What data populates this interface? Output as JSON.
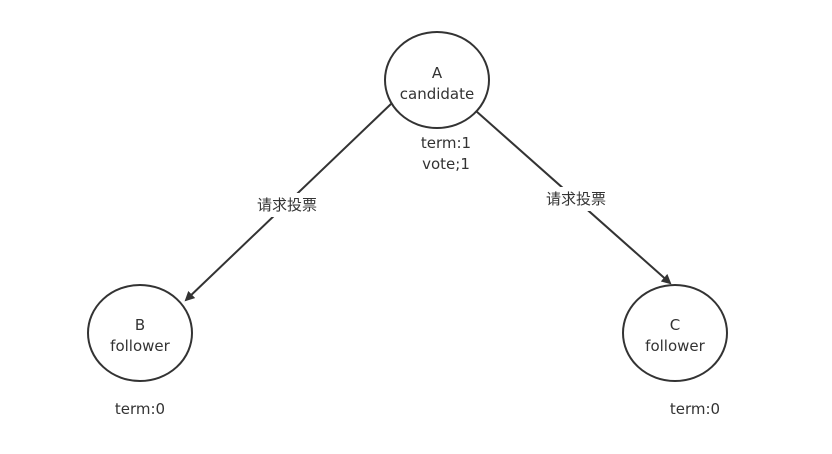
{
  "nodes": {
    "a": {
      "name": "A",
      "role": "candidate",
      "term": "term:1",
      "vote": "vote;1"
    },
    "b": {
      "name": "B",
      "role": "follower",
      "term": "term:0"
    },
    "c": {
      "name": "C",
      "role": "follower",
      "term": "term:0"
    }
  },
  "edges": {
    "a_to_b": {
      "label": "请求投票"
    },
    "a_to_c": {
      "label": "请求投票"
    }
  },
  "colors": {
    "stroke": "#333333",
    "background": "#ffffff"
  }
}
